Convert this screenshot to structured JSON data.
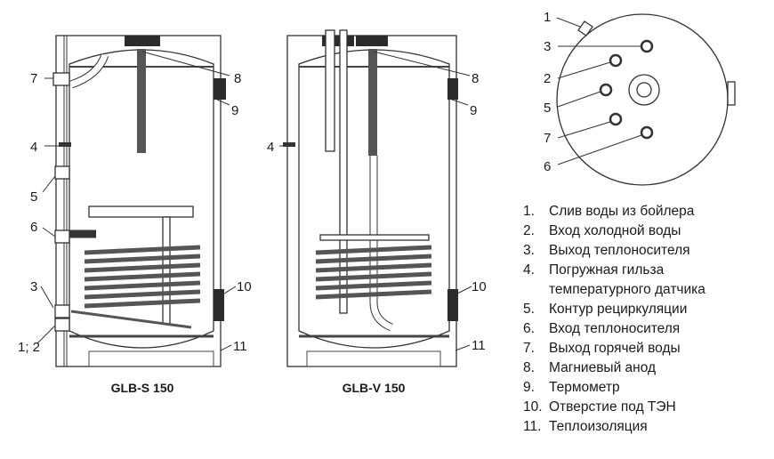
{
  "models": [
    {
      "caption": "GLB-S 150",
      "labels": {
        "l7": "7",
        "l8": "8",
        "l9": "9",
        "l4": "4",
        "l5": "5",
        "l6": "6",
        "l3": "3",
        "l12": "1; 2",
        "l10": "10",
        "l11": "11"
      }
    },
    {
      "caption": "GLB-V 150",
      "labels": {
        "l8": "8",
        "l9": "9",
        "l4": "4",
        "l10": "10",
        "l11": "11"
      }
    }
  ],
  "top_view": {
    "labels": {
      "l1": "1",
      "l3": "3",
      "l2": "2",
      "l5": "5",
      "l7": "7",
      "l6": "6"
    }
  },
  "legend": [
    {
      "num": "1.",
      "text": "Слив воды из бойлера"
    },
    {
      "num": "2.",
      "text": "Вход холодной воды"
    },
    {
      "num": "3.",
      "text": "Выход теплоносителя"
    },
    {
      "num": "4.",
      "text": "Погружная гильза"
    },
    {
      "num": "",
      "text": "температурного датчика"
    },
    {
      "num": "5.",
      "text": "Контур рециркуляции"
    },
    {
      "num": "6.",
      "text": "Вход теплоносителя"
    },
    {
      "num": "7.",
      "text": "Выход горячей воды"
    },
    {
      "num": "8.",
      "text": "Магниевый анод"
    },
    {
      "num": "9.",
      "text": "Термометр"
    },
    {
      "num": "10.",
      "text": "Отверстие под ТЭН"
    },
    {
      "num": "11.",
      "text": "Теплоизоляция"
    }
  ],
  "colors": {
    "line": "#333333",
    "dark": "#2b2b2b"
  }
}
